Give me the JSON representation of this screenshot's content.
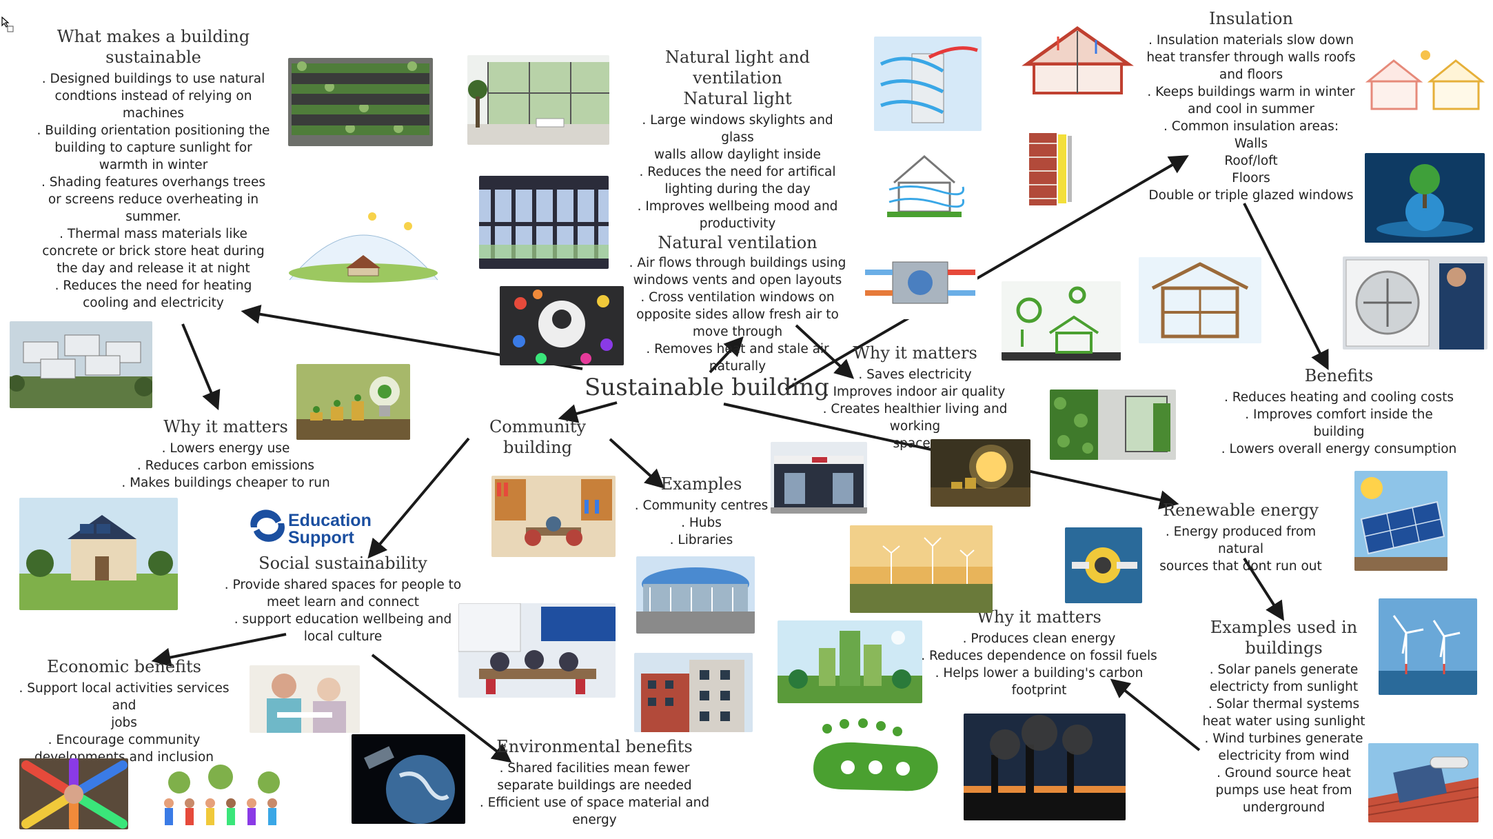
{
  "board": {
    "center_title": "Sustainable building",
    "blocks": {
      "sustainable": {
        "title": [
          "What makes a building",
          "sustainable"
        ],
        "lines": [
          ". Designed buildings to use natural",
          "condtions instead of relying on",
          "machines",
          ". Building orientation positioning the",
          "building to capture sunlight for",
          "warmth in winter",
          ". Shading features overhangs trees",
          "or screens reduce overheating in",
          "summer.",
          ". Thermal mass materials like",
          "concrete or brick store heat during",
          "the day and release it at night",
          ". Reduces the need for heating",
          "cooling and electricity"
        ]
      },
      "why1": {
        "title": [
          "Why it matters"
        ],
        "lines": [
          ". Lowers energy use",
          ". Reduces carbon emissions",
          ". Makes buildings cheaper to run"
        ]
      },
      "light": {
        "title": [
          "Natural light and ventilation",
          "Natural light"
        ],
        "lines": [
          ". Large windows skylights and glass",
          "walls allow daylight inside",
          ". Reduces the need for artifical",
          "lighting during the day",
          ". Improves wellbeing mood and",
          "productivity"
        ],
        "subtitle": "Natural ventilation",
        "lines2": [
          ". Air flows through buildings using",
          "windows vents and open layouts",
          ". Cross ventilation windows on",
          "opposite sides allow fresh air to",
          "move through",
          ". Removes heat and stale air",
          "naturally"
        ]
      },
      "why2": {
        "title": [
          "Why it matters"
        ],
        "lines": [
          ". Saves electricity",
          ". Improves indoor air quality",
          ". Creates healthier living and working",
          "spaces"
        ]
      },
      "insulation": {
        "title": [
          "Insulation"
        ],
        "lines": [
          ". Insulation materials slow down",
          "heat transfer through walls roofs",
          "and floors",
          ". Keeps buildings warm in winter",
          "and cool in summer",
          ". Common insulation areas:",
          "Walls",
          "Roof/loft",
          "Floors",
          "Double or triple glazed windows"
        ]
      },
      "benefits": {
        "title": [
          "Benefits"
        ],
        "lines": [
          ". Reduces heating and cooling costs",
          ". Improves comfort inside the",
          "building",
          ". Lowers overall energy consumption"
        ]
      },
      "community": {
        "title": [
          "Community building"
        ]
      },
      "examples": {
        "title": [
          "Examples"
        ],
        "lines": [
          ". Community centres",
          ". Hubs",
          ". Libraries"
        ]
      },
      "social": {
        "title": [
          "Social sustainability"
        ],
        "lines": [
          ". Provide shared spaces for people to",
          "meet learn and connect",
          ". support education wellbeing and",
          "local culture"
        ]
      },
      "economic": {
        "title": [
          "Economic benefits"
        ],
        "lines": [
          ". Support local activities services and",
          "jobs",
          ". Encourage community",
          "developments and inclusion"
        ]
      },
      "environmental": {
        "title": [
          "Environmental benefits"
        ],
        "lines": [
          ". Shared facilities mean fewer",
          "separate buildings are needed",
          ". Efficient use of space material and",
          "energy"
        ]
      },
      "renewable": {
        "title": [
          "Renewable energy"
        ],
        "lines": [
          ". Energy produced from natural",
          "sources that dont run out"
        ]
      },
      "why3": {
        "title": [
          "Why it matters"
        ],
        "lines": [
          ". Produces clean energy",
          ". Reduces dependence on fossil fuels",
          ". Helps lower a building's carbon",
          "footprint"
        ]
      },
      "examples_used": {
        "title": [
          "Examples used in",
          "buildings"
        ],
        "lines": [
          ". Solar panels generate",
          "electricty from sunlight",
          ". Solar thermal systems",
          "heat water using sunlight",
          ". Wind turbines generate",
          "electricity from wind",
          ". Ground source heat",
          "pumps use heat from",
          "underground"
        ]
      }
    },
    "logo": {
      "line1": "Education",
      "line2": "Support",
      "color": "#1b4fa0"
    },
    "arrow_color": "#1a1a1a"
  }
}
